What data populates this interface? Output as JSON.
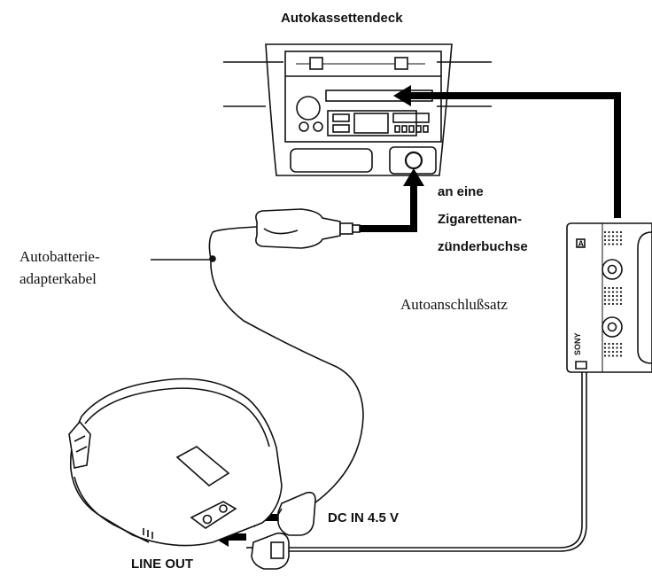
{
  "labels": {
    "car_cassette_deck": "Autokassettendeck",
    "cigarette_socket_line1": "an eine",
    "cigarette_socket_line2": "Zigarettenan-",
    "cigarette_socket_line3": "zünderbuchse",
    "battery_cable_line1": "Autobatterie-",
    "battery_cable_line2": "adapterkabel",
    "car_connecting_pack": "Autoanschlußsatz",
    "dc_in": "DC IN 4.5 V",
    "line_out": "LINE OUT",
    "brand": "SONY"
  }
}
